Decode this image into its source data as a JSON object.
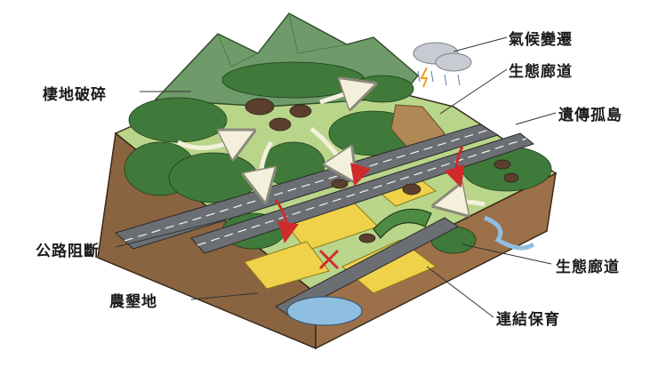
{
  "labels": {
    "habitat_fragmentation": "棲地破碎",
    "climate_change": "氣候變遷",
    "eco_corridor_top": "生態廊道",
    "genetic_island": "遺傳孤島",
    "road_barrier": "公路阻斷",
    "farmland": "農墾地",
    "eco_corridor_bottom": "生態廊道",
    "connectivity_conservation": "連結保育"
  },
  "colors": {
    "mountain": "#6f9a6a",
    "forest": "#3f7a3a",
    "grass": "#b9d58a",
    "soil": "#8a6440",
    "road": "#6b6e72",
    "field": "#f0d24a",
    "water": "#8fbfe0",
    "barrier_red": "#d02a2a",
    "arrow": "#f4f0dc"
  }
}
